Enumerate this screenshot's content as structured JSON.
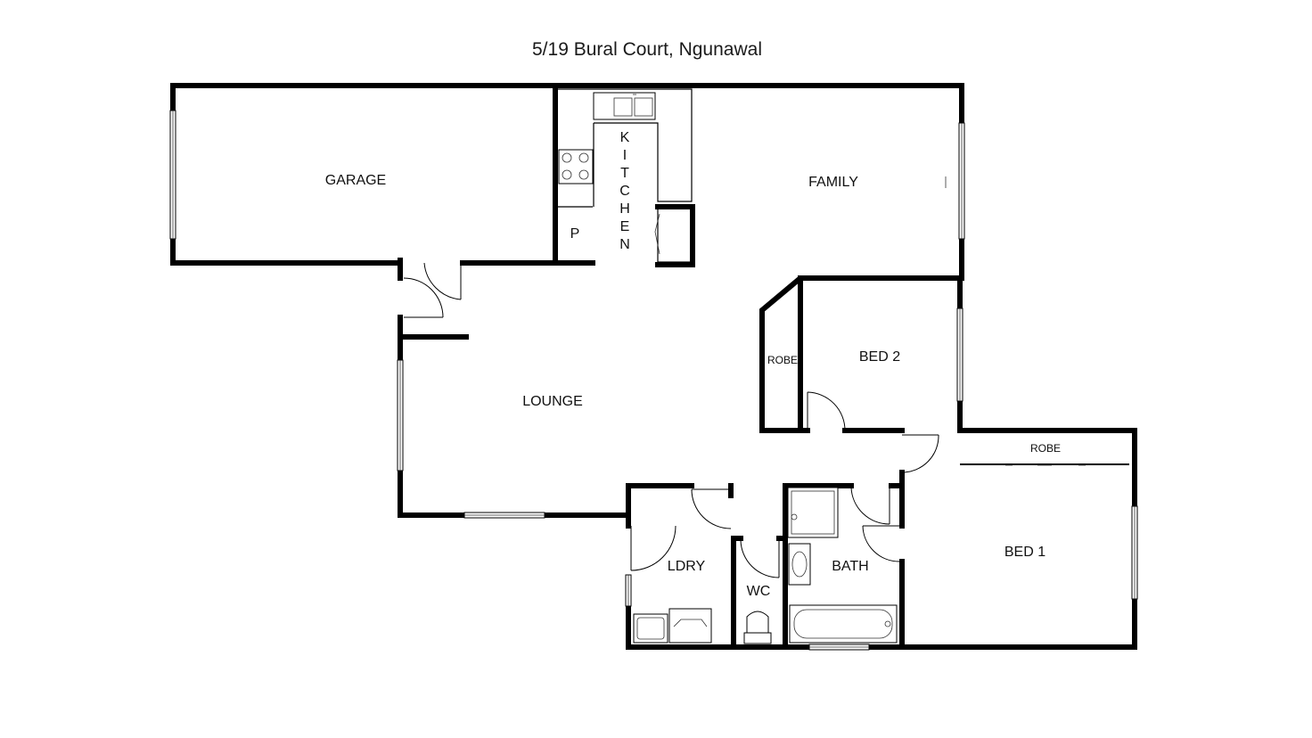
{
  "title": "5/19 Bural Court, Ngunawal",
  "rooms": {
    "garage": "GARAGE",
    "kitchen": [
      "K",
      "I",
      "T",
      "C",
      "H",
      "E",
      "N"
    ],
    "pantry": "P",
    "family": "FAMILY",
    "lounge": "LOUNGE",
    "robe_bed2": "ROBE",
    "bed2": "BED 2",
    "robe_bed1": "ROBE",
    "bed1": "BED 1",
    "laundry": "LDRY",
    "wc": "WC",
    "bath": "BATH"
  },
  "colors": {
    "wall": "#000000",
    "background": "#ffffff",
    "text": "#111111"
  }
}
